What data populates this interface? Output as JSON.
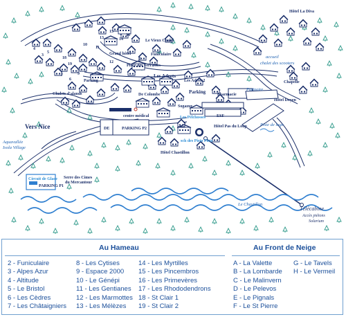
{
  "map_labels": {
    "hotel_la_diva": "Hôtel La Diva",
    "le_vieux_chalet": "Le Vieux Chalet",
    "funiculaire": "Funiculaire",
    "place_terrasses": "Place des Terrasses",
    "grand_hotel": "Grand hôtel",
    "accueil": "accueil",
    "chalet_scooters": "chalet des scooters",
    "chapelle": "Chapelle",
    "les_adrets": "Les Adrets",
    "les_adrets2": "Les Adrets2",
    "parking_top": "Parking",
    "de_colombe": "De Colombe",
    "chalets_alands": "Chalets d'alands",
    "parking_mid": "Parking",
    "pharmacie": "Pharmacie",
    "patinoire": "Patinoire",
    "hotel_doyen": "Hôtel Doyen",
    "centre_medical": "centre médical",
    "sogazur": "Sogazur",
    "les_pelcheses": "Les Pélchosses",
    "esf": "ESF",
    "hotel_pas_du_loup": "Hôtel Pas du Loup",
    "piste_de_luge": "Piste de luge",
    "vers_nice": "Vers Nice",
    "aquavallee": "Aquavallée",
    "isola_village": "Isola Village",
    "de_label": "DE",
    "parking_p2": "PARKING P2",
    "sch_pisto": "sch des Pisto Pisto",
    "hotel_chastillon": "Hôtel Chastillon",
    "circuit_de_glace": "Circuit de Glace",
    "parking_p1": "PARKING P1",
    "serre_cimes": "Serre des Cimes",
    "du_mercantour": "du Mercantour",
    "telecabine": "Télécabine",
    "acces_pietons": "Accès piétons",
    "solarium": "Solarium",
    "le_chastillon": "Le Chastillon",
    "numbers": [
      "15",
      "16",
      "13",
      "14",
      "10",
      "4",
      "5",
      "3",
      "11",
      "2",
      "18",
      "19",
      "12",
      "6",
      "9",
      "7"
    ]
  },
  "legend": {
    "au_hameau": {
      "title": "Au Hameau",
      "columns": [
        [
          "2 - Funiculaire",
          "3 - Alpes Azur",
          "4 - Altitude",
          "5 - Le Bristol",
          "6 - Les Cèdres",
          "7 - Les Châtaigniers"
        ],
        [
          "8 - Les Cytises",
          "9 - Espace 2000",
          "10 - Le Génépi",
          "11 - Les Gentianes",
          "12 - Les Marmottes",
          "13 - Les Mélèzes"
        ],
        [
          "14 - Les Myrtilles",
          "15 - Les Pincembros",
          "16 - Les Primevères",
          "17 - Les Rhododendrons",
          "18 - St Clair 1",
          "19 - St Clair 2"
        ]
      ]
    },
    "au_front_de_neige": {
      "title": "Au Front de Neige",
      "columns": [
        [
          "A - La Valette",
          "B - La Lombarde",
          "C - Le Malinvern",
          "D - Le Pelevos",
          "E - Le Pignals",
          "F - Le St Pierre"
        ],
        [
          "G - Le Tavels",
          "H - Le Vermeil"
        ]
      ]
    }
  },
  "colors": {
    "ink": "#1b2f6a",
    "legend_text": "#1b4f9a",
    "legend_border": "#6f9fcf",
    "water": "#2f7fd0",
    "tree": "#2f9a8a"
  }
}
